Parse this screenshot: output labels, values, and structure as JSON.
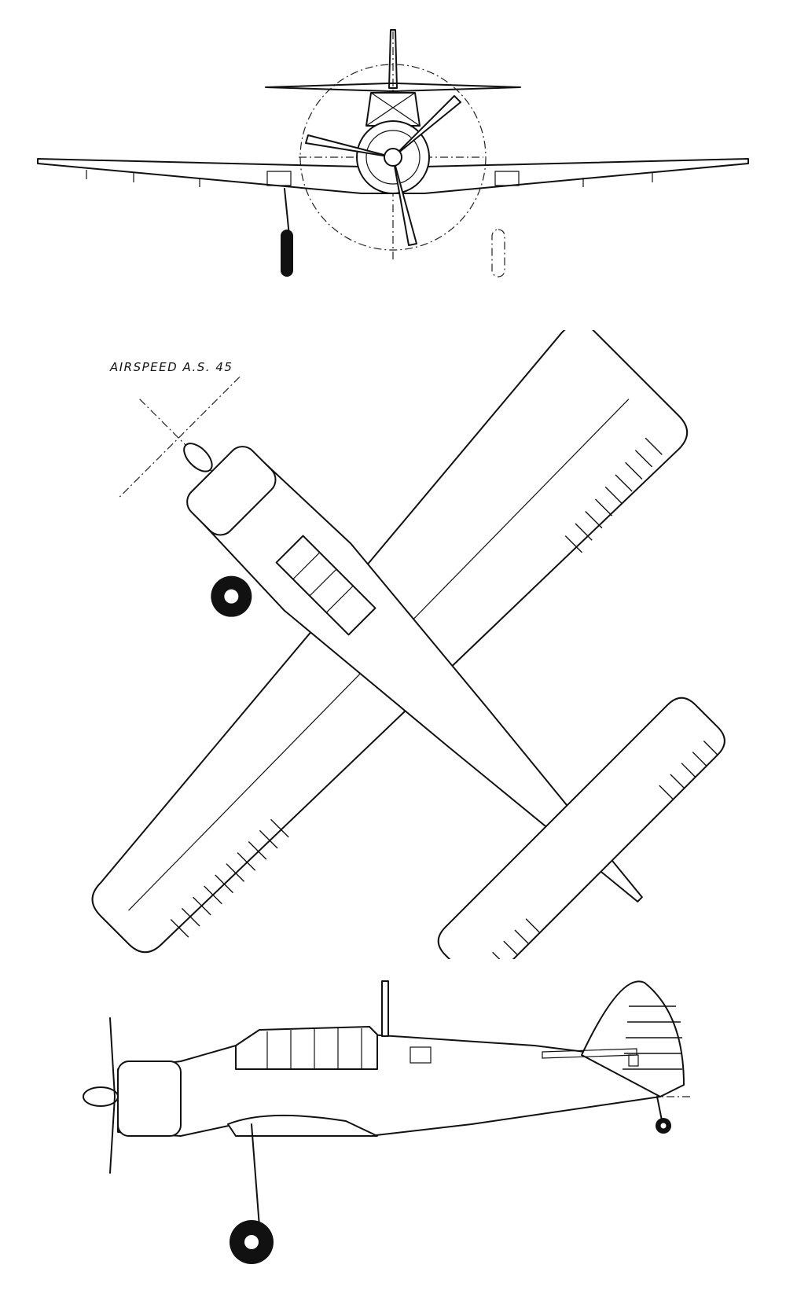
{
  "drawing": {
    "caption": "AIRSPEED A.S. 45",
    "ink_color": "#111111",
    "paper_color": "#ffffff",
    "views": [
      "front",
      "plan",
      "side"
    ]
  }
}
